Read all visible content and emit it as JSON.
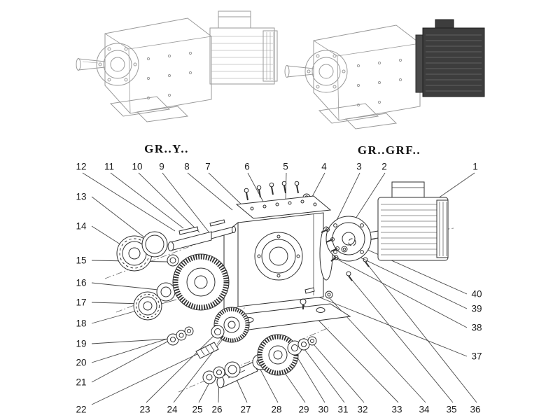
{
  "figure": {
    "left_variant_label": "GR..Y..",
    "right_variant_label": "GR..GRF.."
  },
  "palette": {
    "ink": "#2f2f2f",
    "faint_ink": "#9a9a9a",
    "dark_fill": "#3d3d3d",
    "background": "#ffffff"
  },
  "callouts": [
    {
      "label": "1"
    },
    {
      "label": "2"
    },
    {
      "label": "3"
    },
    {
      "label": "4"
    },
    {
      "label": "5"
    },
    {
      "label": "6"
    },
    {
      "label": "7"
    },
    {
      "label": "8"
    },
    {
      "label": "9"
    },
    {
      "label": "10"
    },
    {
      "label": "11"
    },
    {
      "label": "12"
    },
    {
      "label": "13"
    },
    {
      "label": "14"
    },
    {
      "label": "15"
    },
    {
      "label": "16"
    },
    {
      "label": "17"
    },
    {
      "label": "18"
    },
    {
      "label": "19"
    },
    {
      "label": "20"
    },
    {
      "label": "21"
    },
    {
      "label": "22"
    },
    {
      "label": "23"
    },
    {
      "label": "24"
    },
    {
      "label": "25"
    },
    {
      "label": "26"
    },
    {
      "label": "27"
    },
    {
      "label": "28"
    },
    {
      "label": "29"
    },
    {
      "label": "30"
    },
    {
      "label": "31"
    },
    {
      "label": "32"
    },
    {
      "label": "33"
    },
    {
      "label": "34"
    },
    {
      "label": "35"
    },
    {
      "label": "36"
    },
    {
      "label": "37"
    },
    {
      "label": "38"
    },
    {
      "label": "39"
    },
    {
      "label": "40"
    }
  ]
}
